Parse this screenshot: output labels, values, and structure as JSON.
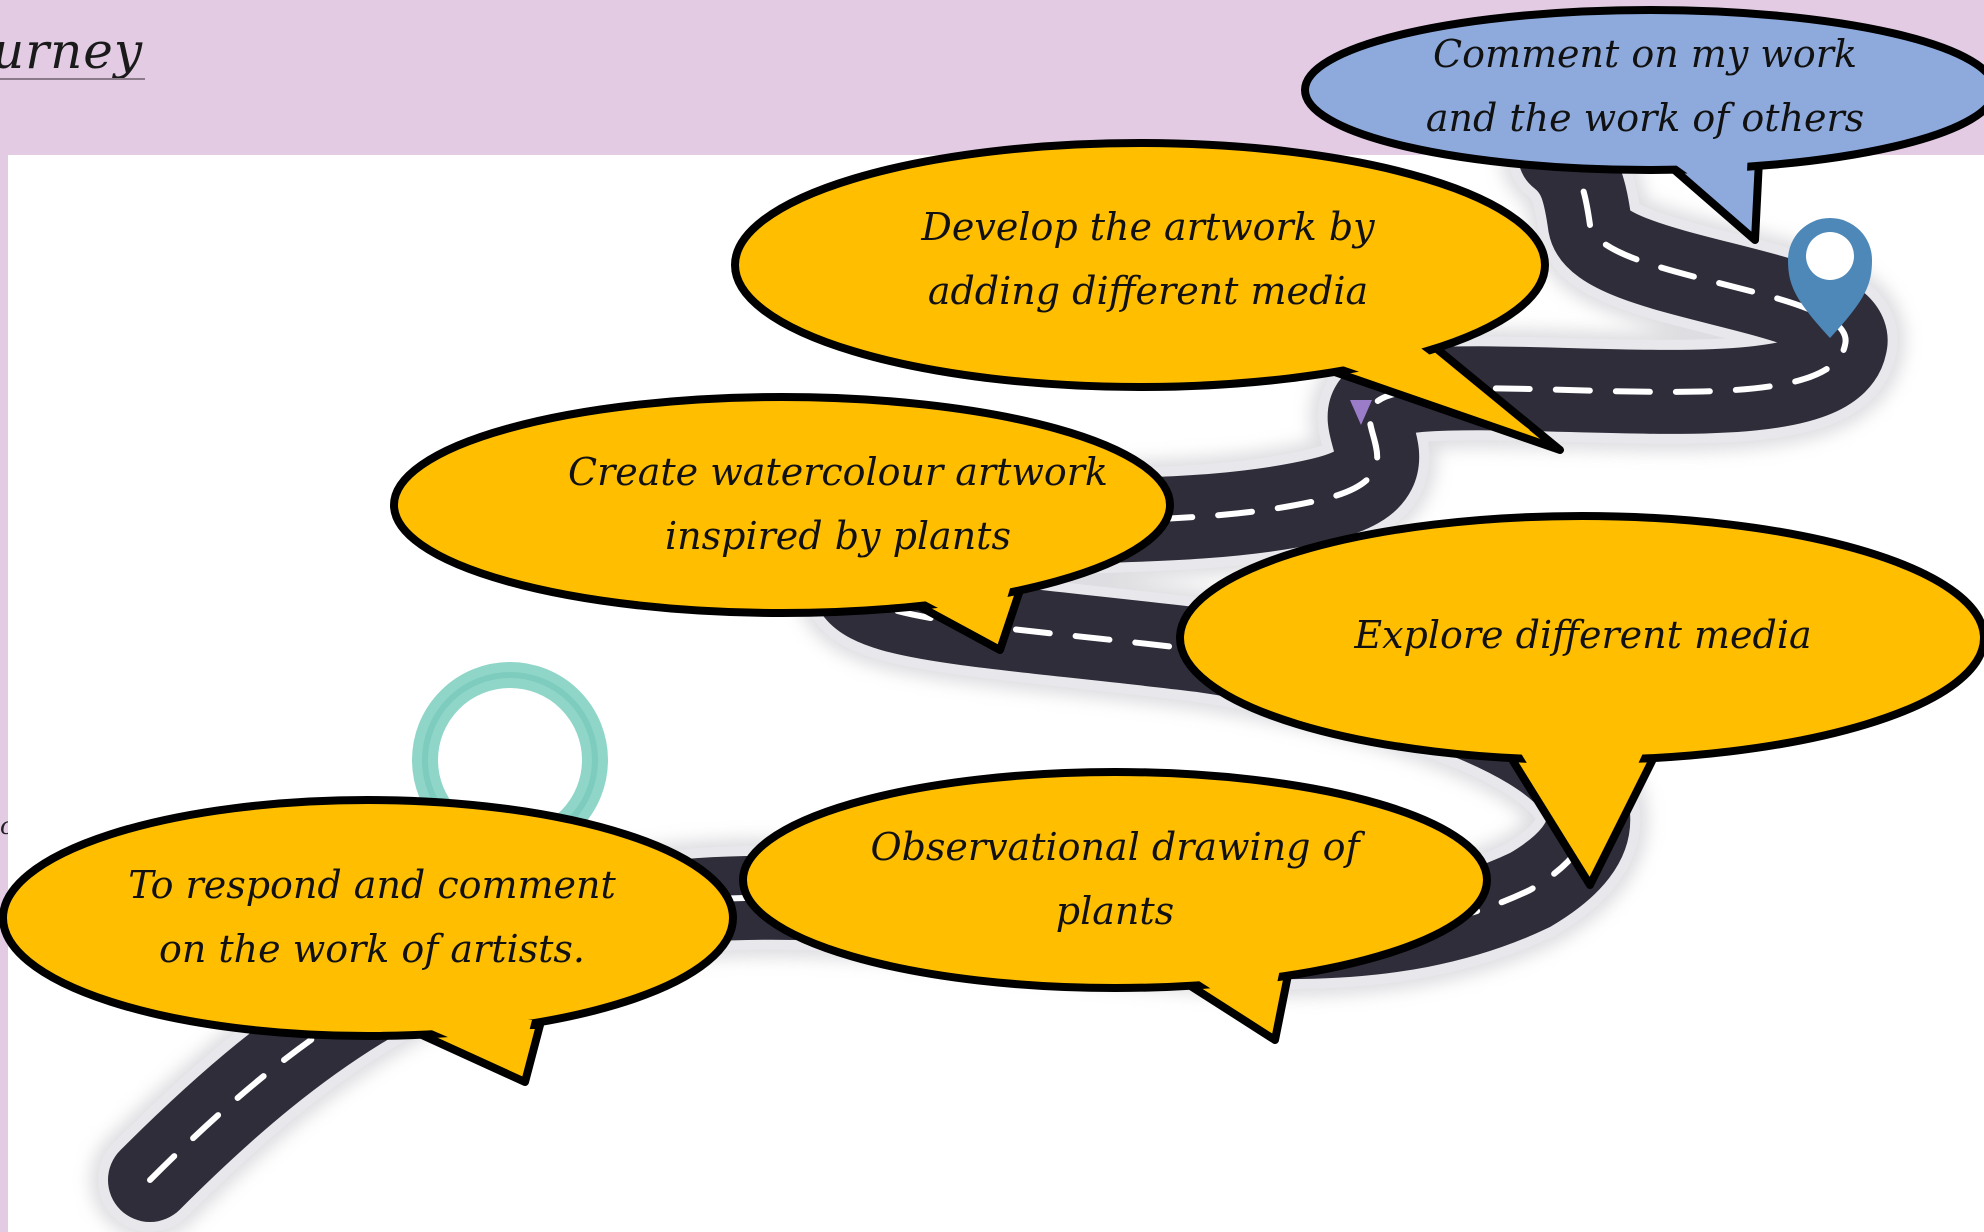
{
  "header": {
    "title_fragment": "urney",
    "side_fragment": "oe"
  },
  "colors": {
    "background": "#e2cbe3",
    "panel": "#ffffff",
    "bubble_yellow": "#ffbe00",
    "bubble_blue": "#8eaadd",
    "road": "#2f2d3a",
    "outline": "#000000"
  },
  "journey_steps": [
    {
      "id": "step-1",
      "lines": [
        "To respond and comment",
        "on the work of artists."
      ]
    },
    {
      "id": "step-2",
      "lines": [
        "Observational drawing of",
        "plants"
      ]
    },
    {
      "id": "step-3",
      "lines": [
        "Explore different media"
      ]
    },
    {
      "id": "step-4",
      "lines": [
        "Create watercolour artwork",
        "inspired by plants"
      ]
    },
    {
      "id": "step-5",
      "lines": [
        "Develop the artwork by",
        "adding different media"
      ]
    },
    {
      "id": "step-6",
      "lines": [
        "Comment on my work",
        "and the work of others"
      ]
    }
  ],
  "icons": {
    "start_pin": "green-ring-pin-icon",
    "middle_pin": "purple-pin-icon",
    "end_pin": "blue-location-pin-icon"
  }
}
